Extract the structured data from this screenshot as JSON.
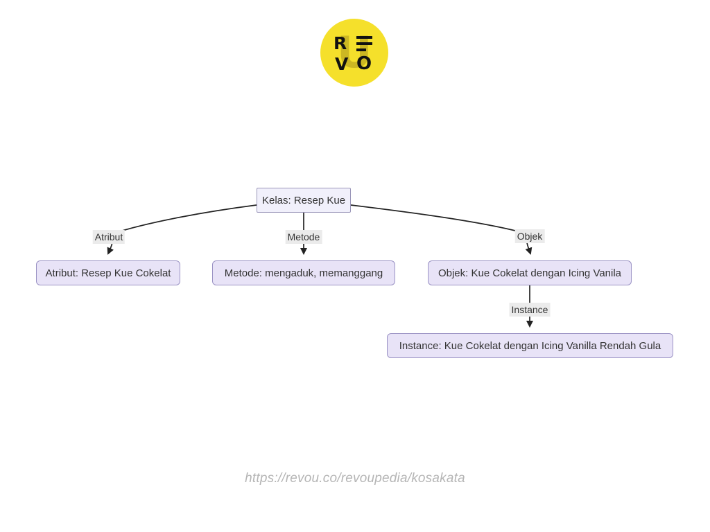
{
  "logo": {
    "name": "revou-logo",
    "letters": [
      "R",
      "E",
      "V",
      "O"
    ],
    "watermark": "U",
    "circle_color": "#f5e02b",
    "letter_color": "#111111"
  },
  "diagram": {
    "type": "tree",
    "nodes": [
      {
        "id": "kelas",
        "label": "Kelas: Resep Kue",
        "level": 0
      },
      {
        "id": "atribut",
        "label": "Atribut: Resep Kue Cokelat",
        "level": 1
      },
      {
        "id": "metode",
        "label": "Metode: mengaduk, memanggang",
        "level": 1
      },
      {
        "id": "objek",
        "label": "Objek: Kue Cokelat dengan Icing Vanila",
        "level": 1
      },
      {
        "id": "instance",
        "label": "Instance: Kue Cokelat dengan Icing Vanilla Rendah Gula",
        "level": 2
      }
    ],
    "edges": [
      {
        "from": "kelas",
        "to": "atribut",
        "label": "Atribut"
      },
      {
        "from": "kelas",
        "to": "metode",
        "label": "Metode"
      },
      {
        "from": "kelas",
        "to": "objek",
        "label": "Objek"
      },
      {
        "from": "objek",
        "to": "instance",
        "label": "Instance"
      }
    ],
    "colors": {
      "node_fill": "#e8e3f7",
      "node_border": "#9a92c4",
      "root_fill": "#f1f0fb",
      "edge_stroke": "#222222",
      "edge_label_bg": "#ebebeb",
      "text": "#333333"
    }
  },
  "footer": {
    "url": "https://revou.co/revoupedia/kosakata"
  }
}
